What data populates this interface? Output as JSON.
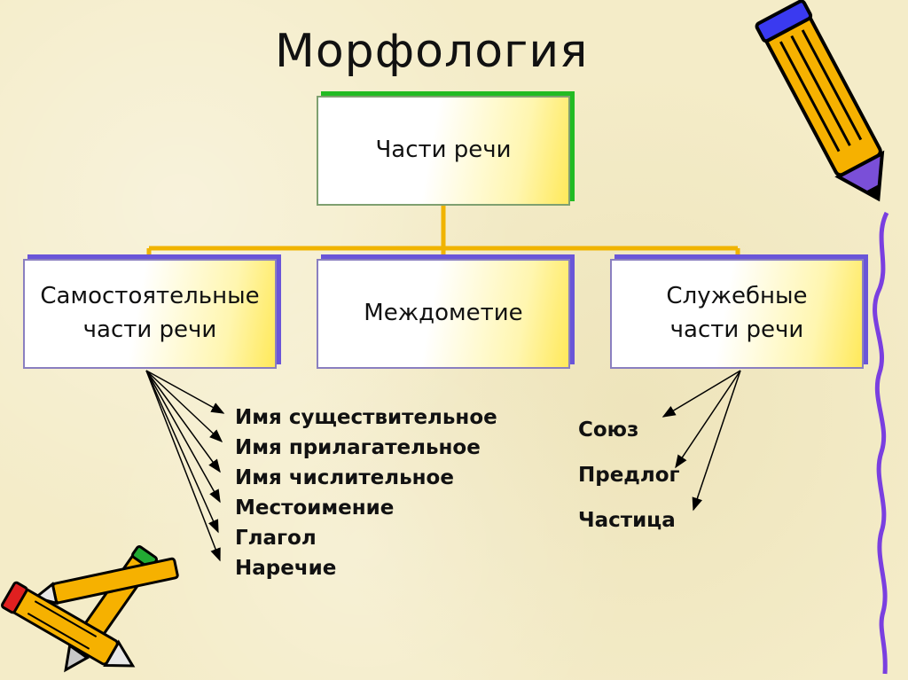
{
  "title": "Морфология",
  "root": "Части речи",
  "categories": {
    "independent": [
      "Самостоятельные",
      "части речи"
    ],
    "interjection": "Междометие",
    "auxiliary": [
      "Служебные",
      "части речи"
    ]
  },
  "independent_items": [
    "Имя существительное",
    "Имя прилагательное",
    "Имя числительное",
    "Местоимение",
    "Глагол",
    "Наречие"
  ],
  "auxiliary_items": [
    "Союз",
    "Предлог",
    "Частица"
  ],
  "colors": {
    "connector": "#f0b400",
    "root_shadow": "#22bb22",
    "box_shadow": "#6a55d8",
    "box_gradient_end": "#ffe95a",
    "border_line": "#7a3fe0"
  }
}
